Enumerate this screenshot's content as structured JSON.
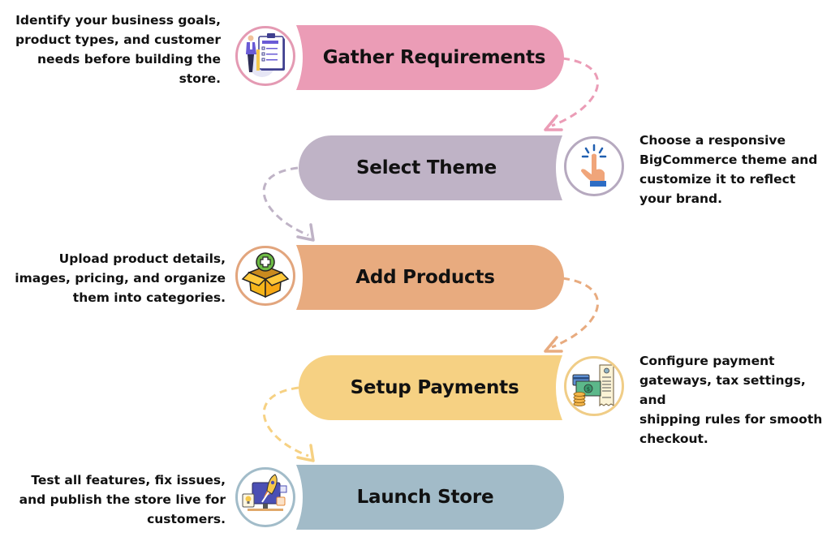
{
  "diagram": {
    "type": "process-flow",
    "steps": [
      {
        "number": 1,
        "title": "Gather Requirements",
        "description_lines": [
          "Identify your business goals,",
          "product types, and customer",
          "needs before building the",
          "store."
        ],
        "icon": "clipboard-checklist-person-icon",
        "color": "#eb9cb6",
        "ring_color": "#e49ab3",
        "description_side": "left"
      },
      {
        "number": 2,
        "title": "Select Theme",
        "description_lines": [
          "Choose a responsive",
          "BigCommerce theme and",
          "customize it to reflect",
          "your brand."
        ],
        "icon": "tap-finger-icon",
        "color": "#bfb3c6",
        "ring_color": "#b6a9bf",
        "description_side": "right"
      },
      {
        "number": 3,
        "title": "Add Products",
        "description_lines": [
          "Upload product details,",
          "images, pricing, and organize",
          "them into categories."
        ],
        "icon": "box-add-icon",
        "color": "#e8ab7f",
        "ring_color": "#e2a57d",
        "description_side": "left"
      },
      {
        "number": 4,
        "title": "Setup Payments",
        "description_lines": [
          "Configure payment",
          "gateways, tax settings, and",
          "shipping rules for smooth",
          "checkout."
        ],
        "icon": "payment-receipt-cash-icon",
        "color": "#f6d183",
        "ring_color": "#f0cd87",
        "description_side": "right"
      },
      {
        "number": 5,
        "title": "Launch Store",
        "description_lines": [
          "Test all features, fix issues,",
          "and publish the store live for",
          "customers."
        ],
        "icon": "rocket-launch-icon",
        "color": "#a2bbc8",
        "ring_color": "#a2bcc9",
        "description_side": "left"
      }
    ],
    "connectors": [
      {
        "from": 1,
        "to": 2,
        "style": "dashed-arrow",
        "color": "#eb9cb6"
      },
      {
        "from": 2,
        "to": 3,
        "style": "dashed-arrow",
        "color": "#bfb3c6"
      },
      {
        "from": 3,
        "to": 4,
        "style": "dashed-arrow",
        "color": "#e8ab7f"
      },
      {
        "from": 4,
        "to": 5,
        "style": "dashed-arrow",
        "color": "#f6d183"
      }
    ]
  }
}
